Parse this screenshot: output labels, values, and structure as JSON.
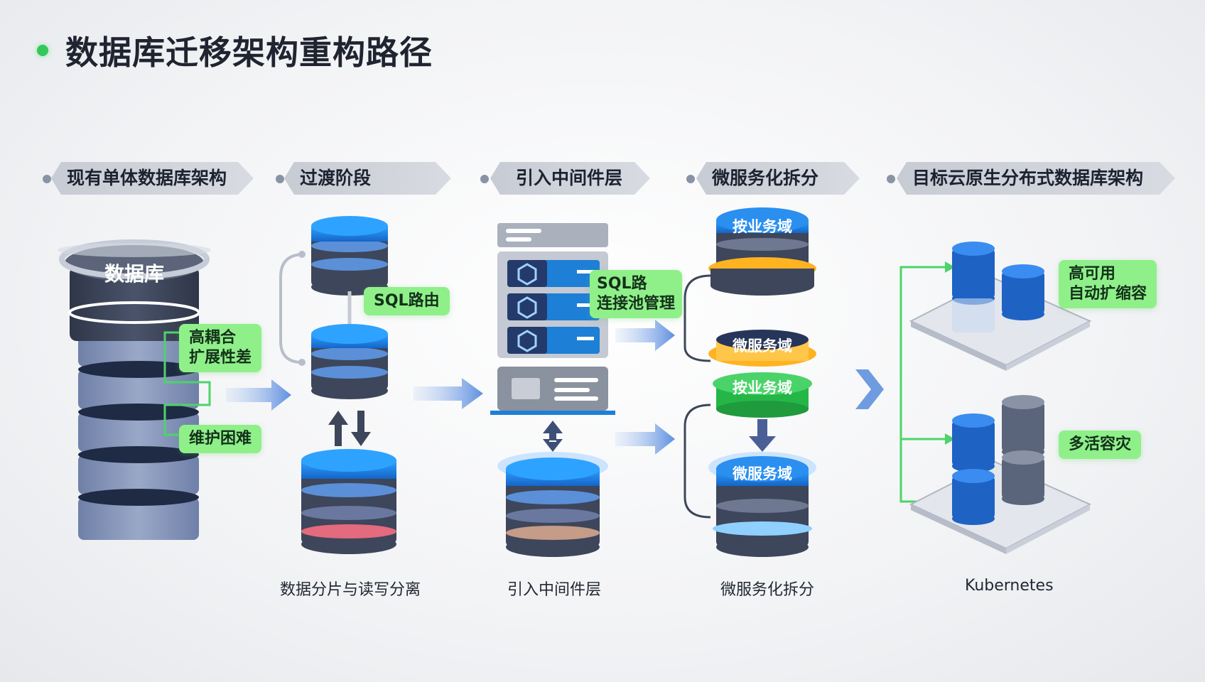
{
  "title": "数据库迁移架构重构路径",
  "stages": [
    {
      "label": "现有单体数据库架构"
    },
    {
      "label": "过渡阶段"
    },
    {
      "label": "引入中间件层"
    },
    {
      "label": "微服务化拆分"
    },
    {
      "label": "目标云原生分布式数据库架构"
    }
  ],
  "monolith": {
    "db_label": "数据库",
    "issue_coupling": "高耦合\n扩展性差",
    "issue_maintain": "维护困难"
  },
  "transition": {
    "sql_routing": "SQL路由",
    "caption": "数据分片与读写分离"
  },
  "middleware": {
    "label": "SQL路\n连接池管理",
    "caption": "引入中间件层"
  },
  "microservice": {
    "domain_1": "按业务域",
    "domain_2": "微服务域",
    "domain_3": "按业务域",
    "domain_4": "微服务域",
    "caption": "微服务化拆分"
  },
  "cloud_native": {
    "ha_label": "高可用\n自动扩缩容",
    "dr_label": "多活容灾",
    "caption": "Kubernetes"
  },
  "colors": {
    "accent_green": "#8ff08a",
    "db_blue": "#1e7fd6",
    "db_dark": "#3d465a",
    "arrow_blue": "#6f9be0"
  }
}
